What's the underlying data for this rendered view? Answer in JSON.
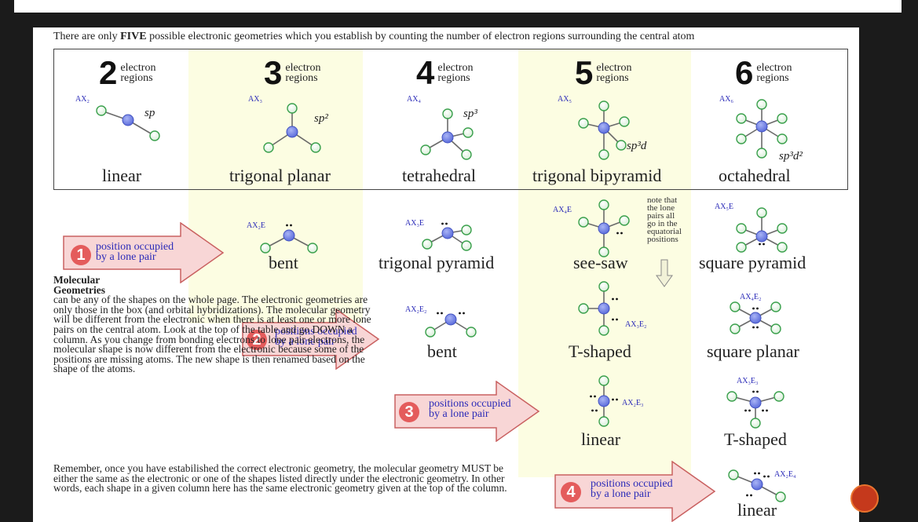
{
  "intro": {
    "prefix": "There are only ",
    "bold": "FIVE",
    "suffix": " possible electronic geometries which you establish by counting the number of electron regions surrounding the central atom"
  },
  "regions_label": "electron\nregions",
  "geometries": [
    {
      "count": "2",
      "formula": "AX₂",
      "hybrid": "sp",
      "name": "linear"
    },
    {
      "count": "3",
      "formula": "AX₃",
      "hybrid": "sp²",
      "name": "trigonal planar"
    },
    {
      "count": "4",
      "formula": "AX₄",
      "hybrid": "sp³",
      "name": "tetrahedral"
    },
    {
      "count": "5",
      "formula": "AX₅",
      "hybrid": "sp³d",
      "name": "trigonal bipyramid"
    },
    {
      "count": "6",
      "formula": "AX₆",
      "hybrid": "sp³d²",
      "name": "octahedral"
    }
  ],
  "arrows": [
    {
      "number": "1",
      "text": "position occupied\nby a lone pair"
    },
    {
      "number": "2",
      "text": "positions occupied\nby a lone pair"
    },
    {
      "number": "3",
      "text": "positions occupied\nby a lone pair"
    },
    {
      "number": "4",
      "text": "positions occupied\nby a lone pair"
    }
  ],
  "row1": [
    {
      "formula": "AX₂E",
      "name": "bent"
    },
    {
      "formula": "AX₃E",
      "name": "trigonal pyramid"
    },
    {
      "formula": "AX₄E",
      "name": "see-saw"
    },
    {
      "formula": "AX₅E",
      "name": "square pyramid"
    }
  ],
  "row2": [
    {
      "formula": "AX₂E₂",
      "name": "bent"
    },
    {
      "formula": "AX₃E₂",
      "name": "T-shaped"
    },
    {
      "formula": "AX₄E₂",
      "name": "square planar"
    }
  ],
  "row3": [
    {
      "formula": "AX₂E₃",
      "name": "linear"
    },
    {
      "formula": "AX₃E₃",
      "name": "T-shaped"
    }
  ],
  "row4": [
    {
      "formula": "AX₂E₄",
      "name": "linear"
    }
  ],
  "note": "note that\nthe lone\npairs all\ngo in the\nequatorial\npositions",
  "molecular": {
    "heading": "Molecular\nGeometries",
    "body": "can be any of the shapes on the whole page. The electronic geometries are only those in the box (and orbital hybridizations). The molecular geometry will be different from the electronic when there is at least one or more lone pairs on the central atom. Look at the top of the table and go DOWN a column. As you change from bonding electrons to lone pair electrons, the molecular shape is now different from the electronic because some of the positions are missing atoms. The new shape is then renamed based on the shape of the atoms."
  },
  "remember": "Remember, once you have estabilished the correct electronic geometry, the molecular geometry MUST be either the same as the electronic or one of the shapes listed directly under the electronic geometry. In other words, each shape in a given column here has the same electronic geometry given at the top of the column.",
  "colors": {
    "central_atom": "#6f7fe6",
    "outer_atom_stroke": "#3aa04c",
    "arrow_fill": "#f8d6d6",
    "arrow_stroke": "#c96060",
    "badge": "#e45c5c",
    "highlight": "#fcfde2",
    "formula_text": "#2b2bb8"
  }
}
